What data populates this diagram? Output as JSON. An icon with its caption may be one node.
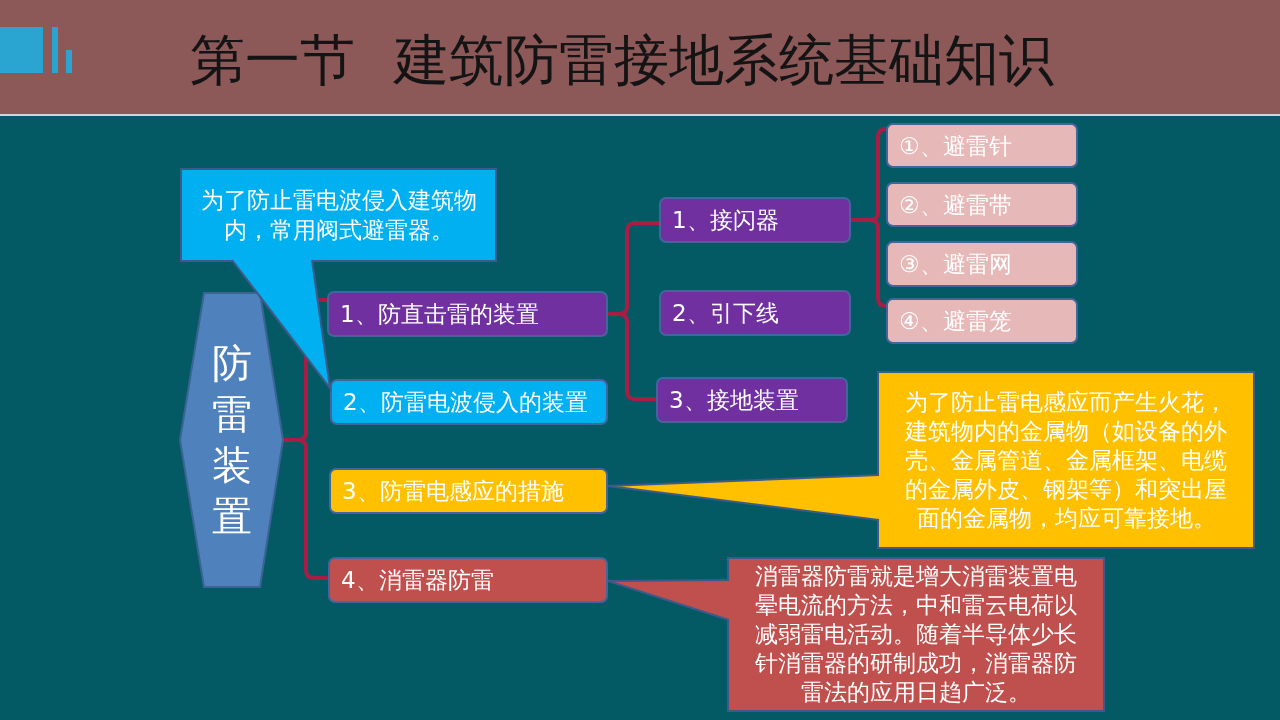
{
  "diagram": {
    "title": "第一节 建筑防雷接地系统基础知识",
    "nodes": [
      {
        "text": [
          "防雷装置"
        ]
      },
      {
        "text": [
          "1、防直击雷的装置"
        ]
      },
      {
        "text": [
          "2、防雷电波侵入的装置"
        ]
      },
      {
        "text": [
          "3、防雷电感应的措施"
        ]
      },
      {
        "text": [
          "4、消雷器防雷"
        ]
      },
      {
        "text": [
          "1、接闪器"
        ]
      },
      {
        "text": [
          "2、引下线"
        ]
      },
      {
        "text": [
          "3、接地装置"
        ]
      },
      {
        "text": [
          "①、避雷针"
        ]
      },
      {
        "text": [
          "②、避雷带"
        ]
      },
      {
        "text": [
          "③、避雷网"
        ]
      },
      {
        "text": [
          "④、避雷笼"
        ]
      },
      {
        "text": [
          "为了防止雷电波侵入建筑物内，常用阀式避雷器。"
        ]
      },
      {
        "text": [
          "为了防止雷电感应而产生火花，建筑物内的金属物（如设备的外壳、金属管道、金属框架、电缆的金属外皮、钢架等）和突出屋面的金属物，均应可靠接地。"
        ]
      },
      {
        "text": [
          "消雷器防雷就是增大消雷装置电晕电流的方法，中和雷云电荷以减弱雷电活动。随着半导体少长针消雷器的研制成功，消雷器防雷法的应用日趋广泛。"
        ]
      }
    ],
    "edges": [
      {
        "from": 0,
        "to": 1,
        "arrow": "none"
      },
      {
        "from": 0,
        "to": 4,
        "arrow": "none"
      },
      {
        "from": 1,
        "to": 5,
        "arrow": "none"
      },
      {
        "from": 1,
        "to": 7,
        "arrow": "none"
      },
      {
        "from": 5,
        "to": 8,
        "arrow": "none"
      },
      {
        "from": 5,
        "to": 11,
        "arrow": "none"
      },
      {
        "from": 12,
        "to": 2,
        "arrow": "none",
        "color": "#3d5a8a"
      },
      {
        "from": 13,
        "to": 3,
        "arrow": "none",
        "color": "#3d5a8a"
      },
      {
        "from": 14,
        "to": 4,
        "arrow": "none",
        "color": "#3d5a8a"
      }
    ]
  }
}
